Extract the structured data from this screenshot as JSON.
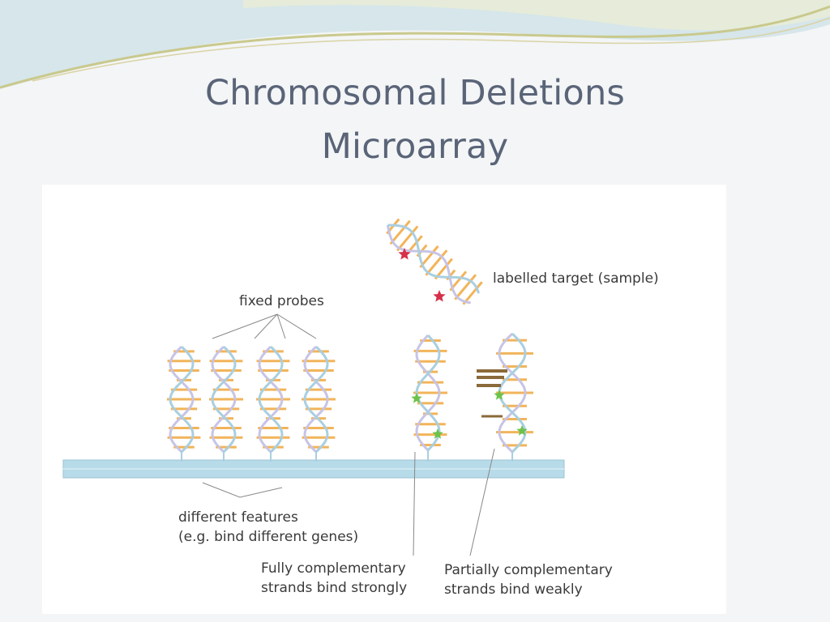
{
  "slide": {
    "title_line1": "Chromosomal Deletions",
    "title_line2": "Microarray"
  },
  "diagram": {
    "labels": {
      "fixed_probes": "fixed probes",
      "labelled_target": "labelled target (sample)",
      "different_features_line1": "different features",
      "different_features_line2": "(e.g. bind different genes)",
      "fully_complementary_line1": "Fully complementary",
      "fully_complementary_line2": "strands bind strongly",
      "partially_complementary_line1": "Partially complementary",
      "partially_complementary_line2": "strands bind weakly"
    },
    "colors": {
      "title": "#5a6478",
      "strand_blue": "#a9cfe0",
      "strand_lavender": "#c7c4e6",
      "rung_orange": "#f2b45a",
      "rung_brown": "#8a6a3a",
      "star_red": "#d6304a",
      "star_green": "#6cc24a",
      "slide_blue": "#b7dbe8"
    }
  }
}
